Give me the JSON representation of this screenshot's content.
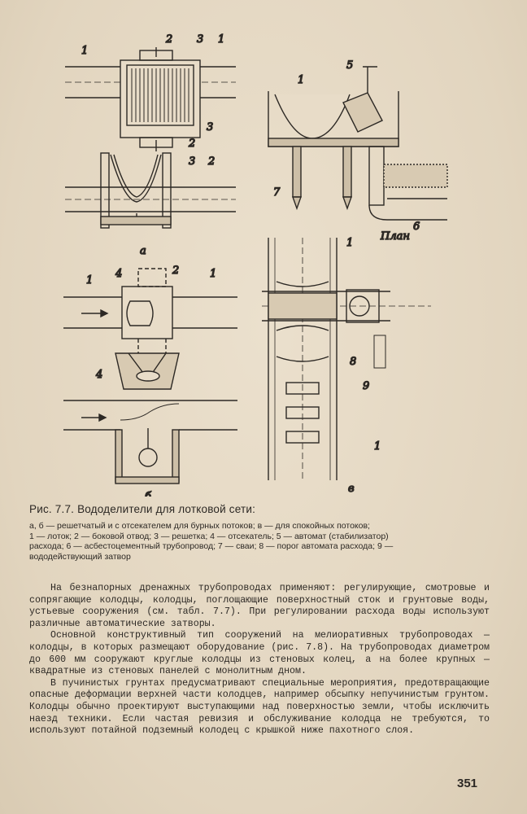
{
  "figure": {
    "title": "Рис. 7.7. Вододелители для лотковой сети:",
    "legend": [
      "а, б — решетчатый и с отсекателем для бурных потоков; в — для спокойных потоков;",
      "1 — лоток; 2 — боковой отвод; 3 — решетка; 4 — отсекатель; 5 — автомат (стабилизатор)",
      "расхода; 6 — асбестоцементный трубопровод; 7 — сваи; 8 — порог автомата расхода; 9 —",
      "вододействующий затвор"
    ],
    "labels": {
      "a": "а",
      "b": "б",
      "v": "в",
      "plan": "План",
      "n1": "1",
      "n2": "2",
      "n3": "3",
      "n4": "4",
      "n5": "5",
      "n6": "6",
      "n7": "7",
      "n8": "8",
      "n9": "9"
    }
  },
  "body": {
    "paragraphs": [
      "На безнапорных дренажных трубопроводах применяют: регулирующие, смотровые и сопрягающие колодцы, колодцы, поглощающие поверхностный сток и грунтовые воды, устьевые сооружения (см. табл. 7.7). При регулировании расхода воды используют различные автоматические затворы.",
      "Основной конструктивный тип сооружений на мелиоративных трубопроводах — колодцы, в которых размещают оборудование (рис. 7.8). На трубопроводах диаметром до 600 мм сооружают круглые колодцы из стеновых колец, а на более крупных — квадратные из стеновых панелей с монолитным дном.",
      "В пучинистых грунтах предусматривают специальные мероприятия, предотвращающие опасные деформации верхней части колодцев, например обсыпку непучинистым грунтом. Колодцы обычно проектируют выступающими над поверхностью земли, чтобы исключить наезд техники. Если частая ревизия и обслуживание колодца не требуются, то используют потайной подземный колодец с крышкой ниже пахотного слоя."
    ]
  },
  "page_number": "351",
  "colors": {
    "paper": "#e4d8c4",
    "ink": "#2c2824"
  }
}
